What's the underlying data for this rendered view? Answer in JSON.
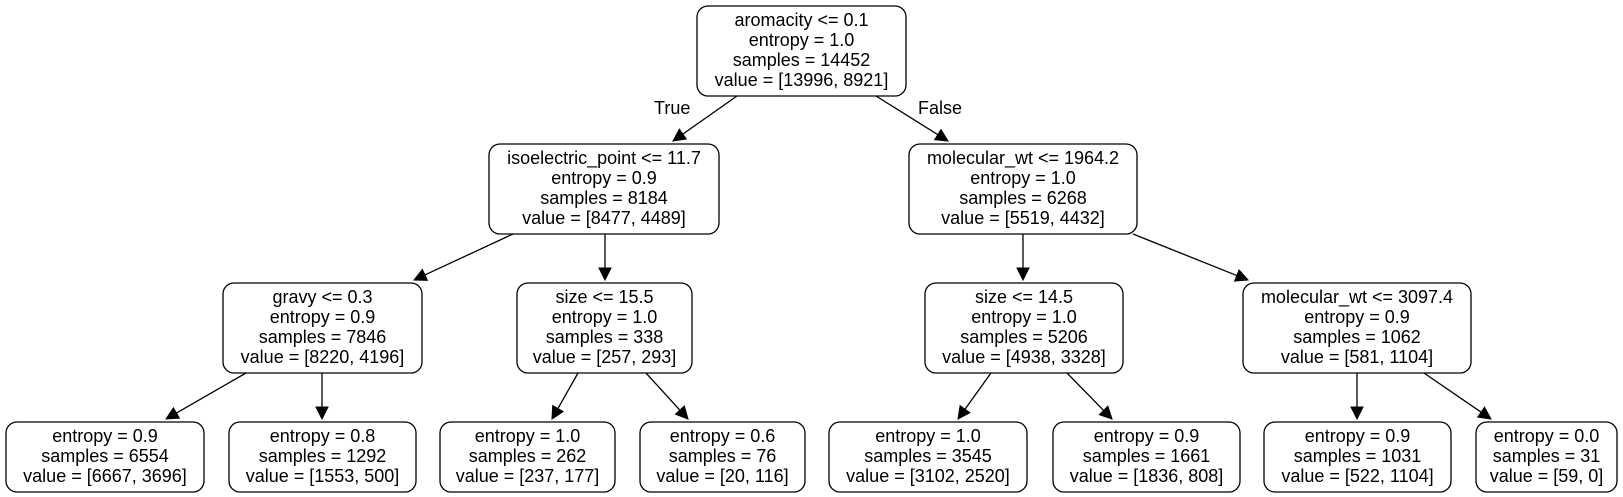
{
  "tree": {
    "nodes": [
      {
        "id": "n0",
        "lines": [
          "aromacity <= 0.1",
          "entropy = 1.0",
          "samples = 14452",
          "value = [13996, 8921]"
        ]
      },
      {
        "id": "n1",
        "lines": [
          "isoelectric_point <= 11.7",
          "entropy = 0.9",
          "samples = 8184",
          "value = [8477, 4489]"
        ]
      },
      {
        "id": "n2",
        "lines": [
          "molecular_wt <= 1964.2",
          "entropy = 1.0",
          "samples = 6268",
          "value = [5519, 4432]"
        ]
      },
      {
        "id": "n3",
        "lines": [
          "gravy <= 0.3",
          "entropy = 0.9",
          "samples = 7846",
          "value = [8220, 4196]"
        ]
      },
      {
        "id": "n4",
        "lines": [
          "size <= 15.5",
          "entropy = 1.0",
          "samples = 338",
          "value = [257, 293]"
        ]
      },
      {
        "id": "n5",
        "lines": [
          "size <= 14.5",
          "entropy = 1.0",
          "samples = 5206",
          "value = [4938, 3328]"
        ]
      },
      {
        "id": "n6",
        "lines": [
          "molecular_wt <= 3097.4",
          "entropy = 0.9",
          "samples = 1062",
          "value = [581, 1104]"
        ]
      },
      {
        "id": "n7",
        "lines": [
          "entropy = 0.9",
          "samples = 6554",
          "value = [6667, 3696]"
        ]
      },
      {
        "id": "n8",
        "lines": [
          "entropy = 0.8",
          "samples = 1292",
          "value = [1553, 500]"
        ]
      },
      {
        "id": "n9",
        "lines": [
          "entropy = 1.0",
          "samples = 262",
          "value = [237, 177]"
        ]
      },
      {
        "id": "n10",
        "lines": [
          "entropy = 0.6",
          "samples = 76",
          "value = [20, 116]"
        ]
      },
      {
        "id": "n11",
        "lines": [
          "entropy = 1.0",
          "samples = 3545",
          "value = [3102, 2520]"
        ]
      },
      {
        "id": "n12",
        "lines": [
          "entropy = 0.9",
          "samples = 1661",
          "value = [1836, 808]"
        ]
      },
      {
        "id": "n13",
        "lines": [
          "entropy = 0.9",
          "samples = 1031",
          "value = [522, 1104]"
        ]
      },
      {
        "id": "n14",
        "lines": [
          "entropy = 0.0",
          "samples = 31",
          "value = [59, 0]"
        ]
      }
    ],
    "edges": [
      {
        "from": "n0",
        "to": "n1",
        "label": "True"
      },
      {
        "from": "n0",
        "to": "n2",
        "label": "False"
      },
      {
        "from": "n1",
        "to": "n3",
        "label": ""
      },
      {
        "from": "n1",
        "to": "n4",
        "label": ""
      },
      {
        "from": "n2",
        "to": "n5",
        "label": ""
      },
      {
        "from": "n2",
        "to": "n6",
        "label": ""
      },
      {
        "from": "n3",
        "to": "n7",
        "label": ""
      },
      {
        "from": "n3",
        "to": "n8",
        "label": ""
      },
      {
        "from": "n4",
        "to": "n9",
        "label": ""
      },
      {
        "from": "n4",
        "to": "n10",
        "label": ""
      },
      {
        "from": "n5",
        "to": "n11",
        "label": ""
      },
      {
        "from": "n5",
        "to": "n12",
        "label": ""
      },
      {
        "from": "n6",
        "to": "n13",
        "label": ""
      },
      {
        "from": "n6",
        "to": "n14",
        "label": ""
      }
    ]
  }
}
